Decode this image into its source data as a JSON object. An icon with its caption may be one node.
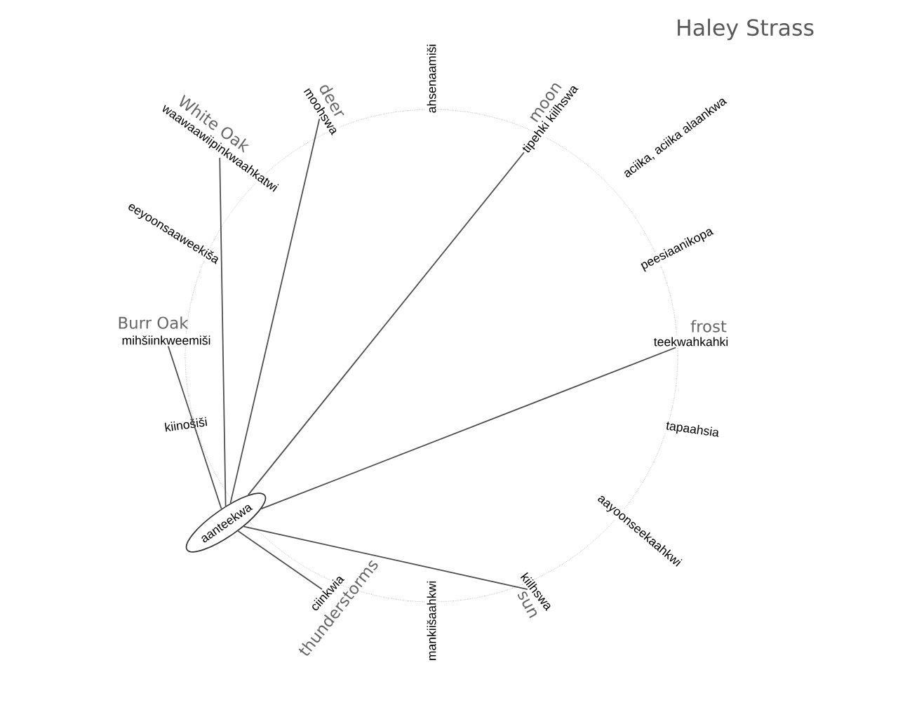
{
  "diagram": {
    "nodes": [
      {
        "text": [
          "aanteekwa"
        ]
      },
      {
        "text": [
          "mihšiinkweemiši"
        ],
        "beside": [
          "Burr Oak"
        ]
      },
      {
        "text": [
          "waawaawiipinkwaahkatwi"
        ],
        "beside": [
          "White Oak"
        ]
      },
      {
        "text": [
          "moohswa"
        ],
        "beside": [
          "deer"
        ]
      },
      {
        "text": [
          "tipehki kiilhswa"
        ],
        "beside": [
          "moon"
        ]
      },
      {
        "text": [
          "teekwahkahki"
        ],
        "beside": [
          "frost"
        ]
      },
      {
        "text": [
          "kiilhswa"
        ],
        "beside": [
          "sun"
        ]
      },
      {
        "text": [
          "ciinkwia"
        ],
        "beside": [
          "thunderstorms"
        ]
      }
    ],
    "edges": [
      {
        "from": 0,
        "to": 1,
        "arrow": "none"
      },
      {
        "from": 0,
        "to": 2,
        "arrow": "none"
      },
      {
        "from": 0,
        "to": 3,
        "arrow": "none"
      },
      {
        "from": 0,
        "to": 4,
        "arrow": "none"
      },
      {
        "from": 0,
        "to": 5,
        "arrow": "none"
      },
      {
        "from": 0,
        "to": 6,
        "arrow": "none"
      },
      {
        "from": 0,
        "to": 7,
        "arrow": "none"
      }
    ],
    "labels": [
      "Haley Strass",
      "ahsenaamiši",
      "aciika, aciika alaankwa",
      "eeyoonsaaweekiša",
      "peesiaanikopa",
      "kiinošiši",
      "tapaahsia",
      "aayoonseekaahkwi",
      "mankiišaahkwi"
    ]
  }
}
